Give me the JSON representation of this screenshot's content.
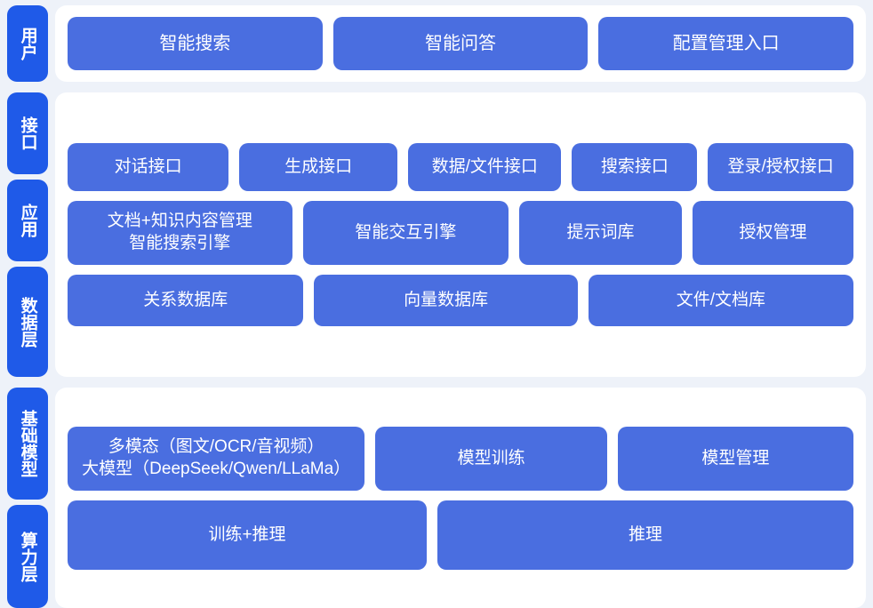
{
  "theme": {
    "page_background": "#eef2f9",
    "panel_background": "#ffffff",
    "chip_color": "#1f5ae8",
    "card_color": "#4a6ee0",
    "text_color": "#ffffff"
  },
  "sections": [
    {
      "id": "user-layer",
      "labels": [
        "用户"
      ],
      "rows": [
        {
          "id": "user-entries",
          "cards": [
            "智能搜索",
            "智能问答",
            "配置管理入口"
          ]
        }
      ]
    },
    {
      "id": "core-layer",
      "labels": [
        "接口",
        "应用",
        "数据层"
      ],
      "rows": [
        {
          "id": "api-row",
          "cards": [
            "对话接口",
            "生成接口",
            "数据/文件接口",
            "搜索接口",
            "登录/授权接口"
          ]
        },
        {
          "id": "app-row",
          "cards": [
            "文档+知识内容管理\n智能搜索引擎",
            "智能交互引擎",
            "提示词库",
            "授权管理"
          ]
        },
        {
          "id": "data-row",
          "cards": [
            "关系数据库",
            "向量数据库",
            "文件/文档库"
          ]
        }
      ]
    },
    {
      "id": "infra-layer",
      "labels": [
        "基础模型",
        "算力层"
      ],
      "rows": [
        {
          "id": "model-row",
          "cards": [
            "多模态（图文/OCR/音视频）\n大模型（DeepSeek/Qwen/LLaMa）",
            "模型训练",
            "模型管理"
          ]
        },
        {
          "id": "compute-row",
          "cards": [
            "训练+推理",
            "推理"
          ]
        }
      ]
    }
  ]
}
